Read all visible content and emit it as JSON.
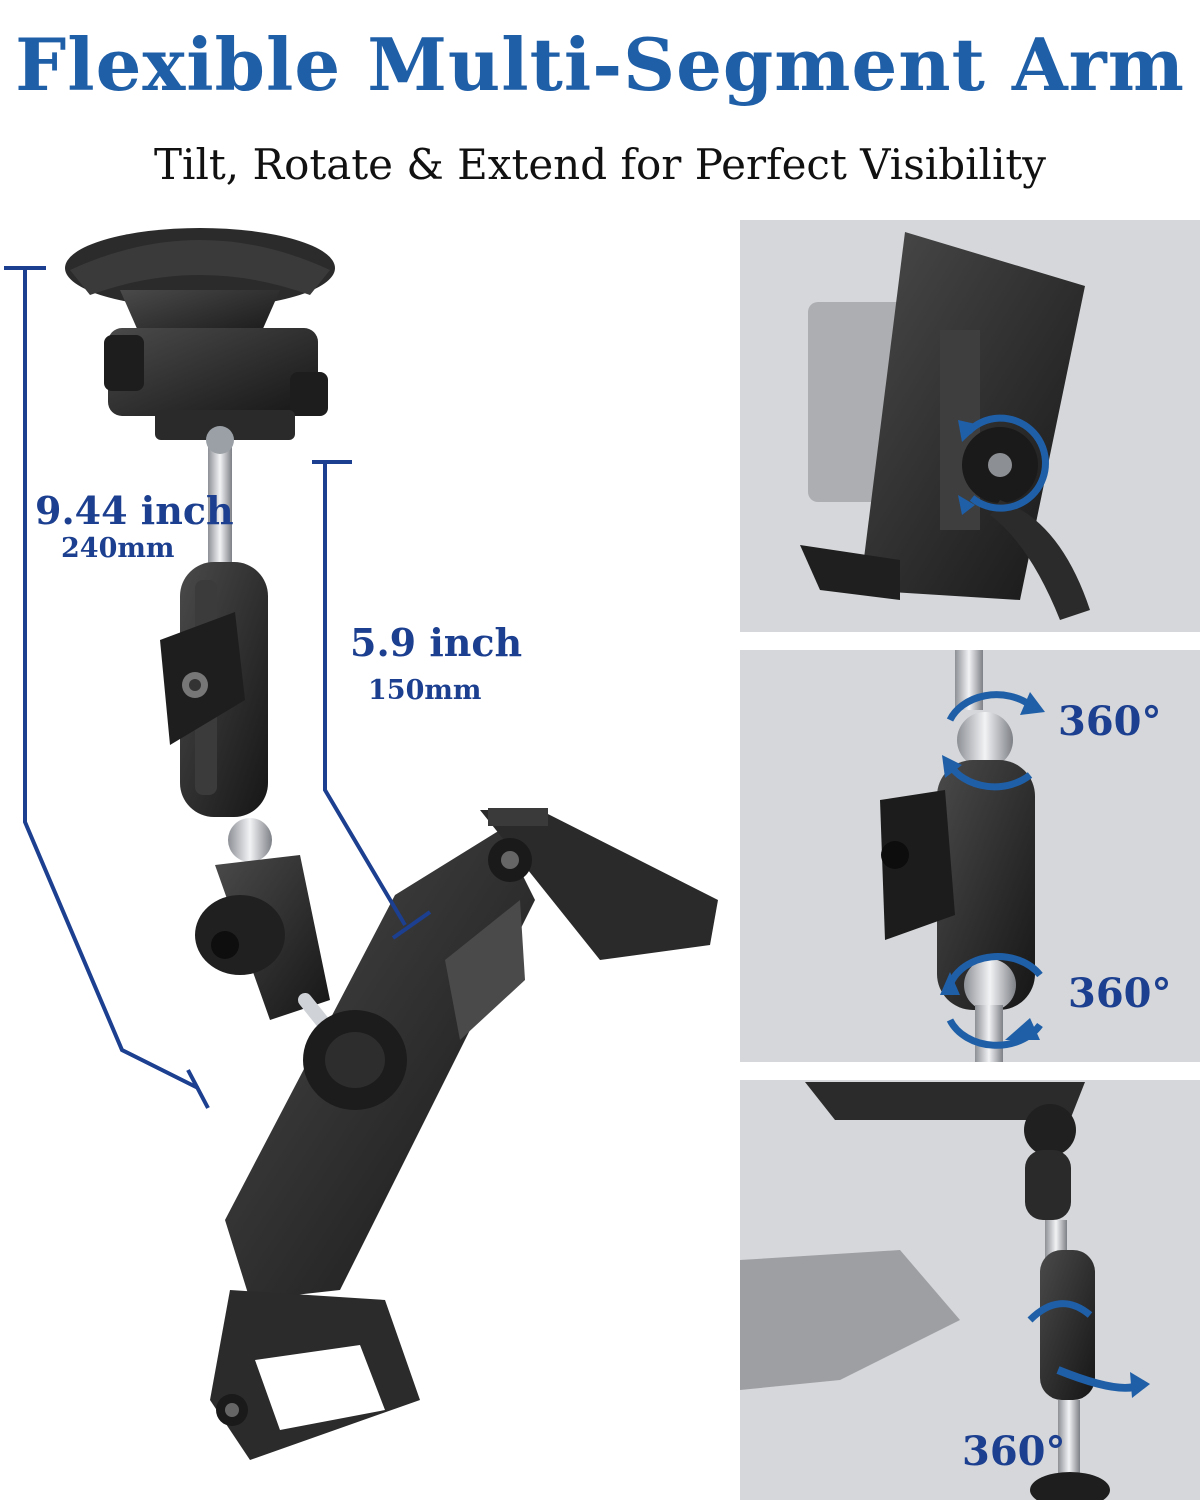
{
  "title": "Flexible Multi-Segment Arm",
  "subtitle": "Tilt, Rotate & Extend for Perfect Visibility",
  "dimensions": {
    "long": {
      "inch": "9.44 inch",
      "mm": "240mm"
    },
    "short": {
      "inch": "5.9 inch",
      "mm": "150mm"
    }
  },
  "panels": {
    "middle": {
      "top_label": "360°",
      "bottom_label": "360°"
    },
    "bottom": {
      "label": "360°"
    }
  },
  "colors": {
    "accent": "#1f5fa8",
    "dim_line": "#1c3f8f",
    "product": "#2a2a2a",
    "panel_bg": "#d5d7da"
  }
}
